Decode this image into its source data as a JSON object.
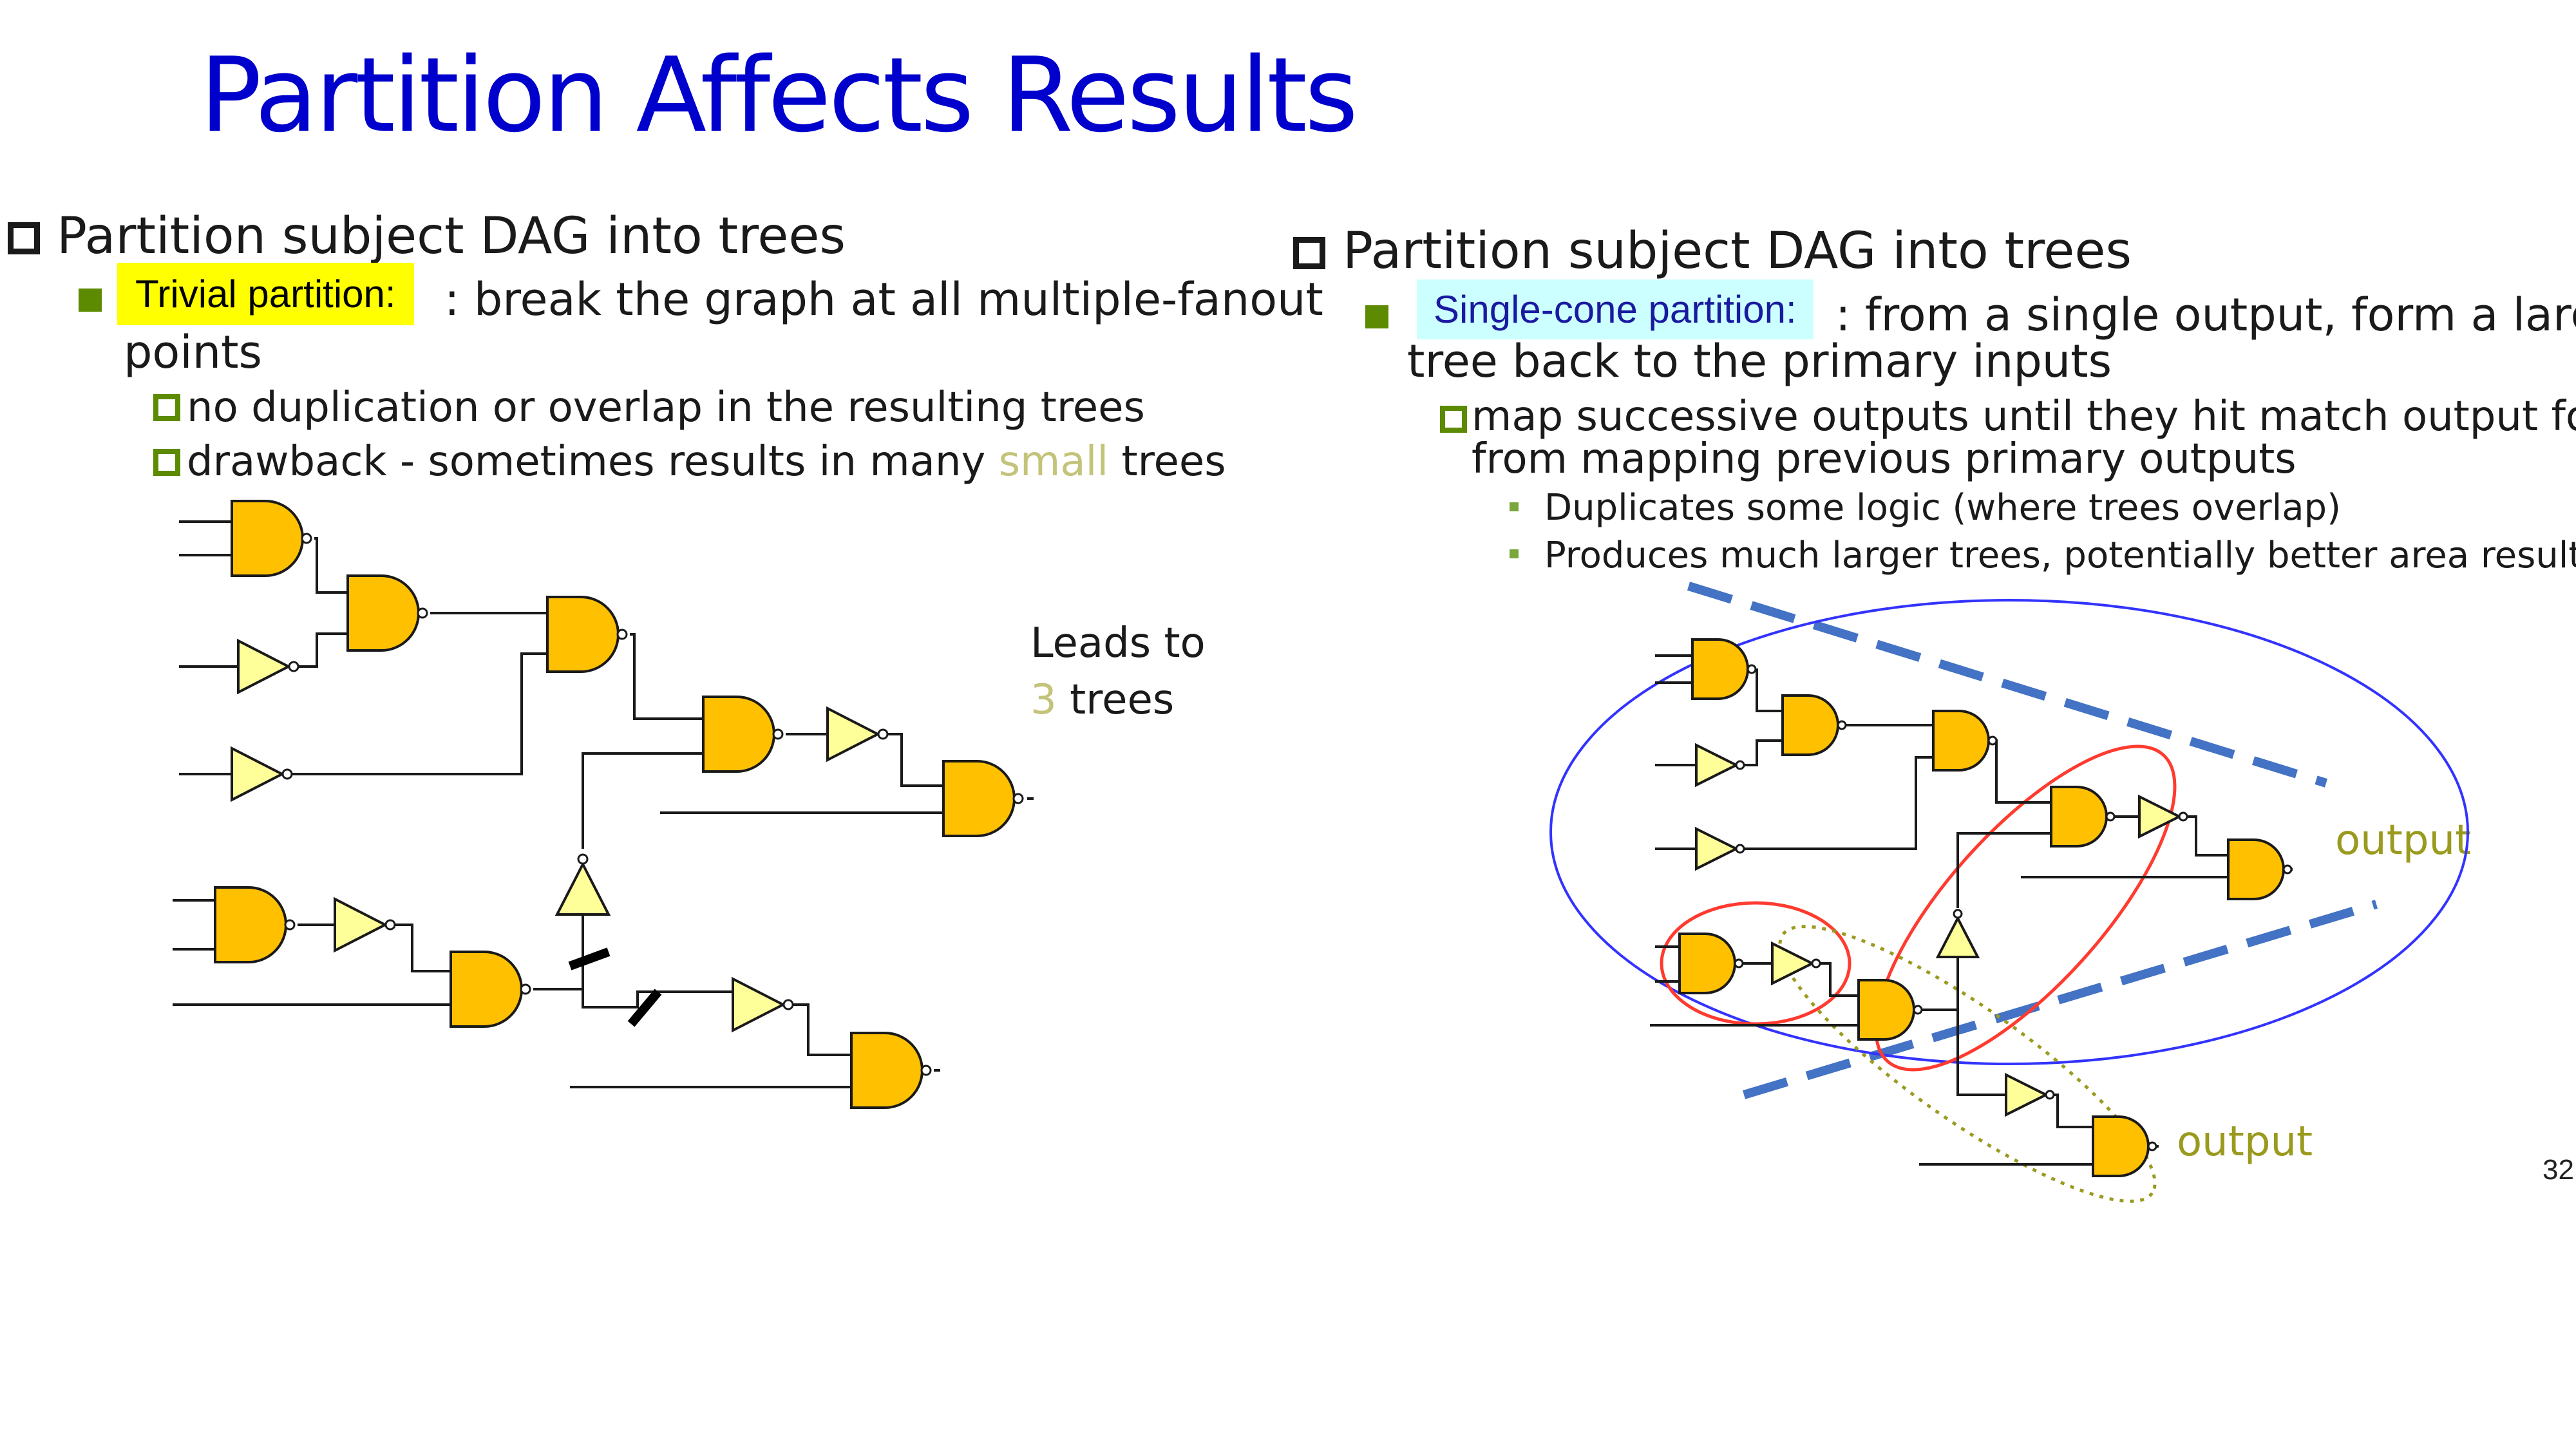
{
  "title": "Partition Affects Results",
  "left": {
    "heading": "Partition subject DAG into trees",
    "highlight": "Trivial partition:",
    "line1_rest": ": break the graph at all multiple-fanout",
    "line1_cont": "points",
    "sub1": "no duplication or overlap in the resulting trees",
    "sub2_a": "drawback - sometimes results in many ",
    "sub2_b": "small",
    "sub2_c": " trees",
    "note_a": "Leads to",
    "note_num": "3",
    "note_b": " trees"
  },
  "right": {
    "heading": "Partition subject DAG into trees",
    "highlight": "Single-cone partition:",
    "line1_rest": ": from a single output, form a large",
    "line1_cont": "tree back to the primary inputs",
    "sub1": "map successive outputs until they hit match output formed",
    "sub1_cont": "from mapping previous primary outputs",
    "b1": "Duplicates some logic (where trees overlap)",
    "b2": "Produces much larger trees, potentially better area results",
    "out1": "output",
    "out2": "output"
  },
  "page_number": "32",
  "colors": {
    "title": "#0000cc",
    "gate_fill": "#ffc000",
    "inverter_fill": "#ffff99",
    "highlight_yellow": "#ffff00",
    "highlight_cyan": "#ccffff",
    "big_ellipse": "#3333ff",
    "small_ellipses": "#ff3b30",
    "dotted_ellipse": "#9a9a1e",
    "dashed_lines": "#4472c4",
    "olive_text": "#9a9a1e"
  }
}
